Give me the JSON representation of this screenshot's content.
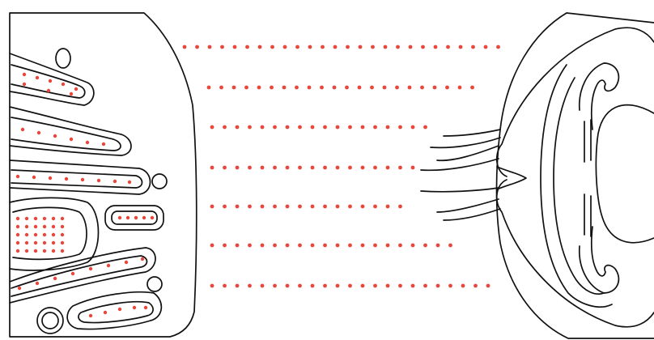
{
  "diagram": {
    "colors": {
      "line": "#111111",
      "dot": "#e8473b",
      "background": "#ffffff"
    },
    "left_structure": {
      "name": "cell-with-membrane-stacks"
    },
    "right_structure": {
      "name": "eye-like-organ"
    },
    "dotted_rays": {
      "count": 7
    }
  }
}
